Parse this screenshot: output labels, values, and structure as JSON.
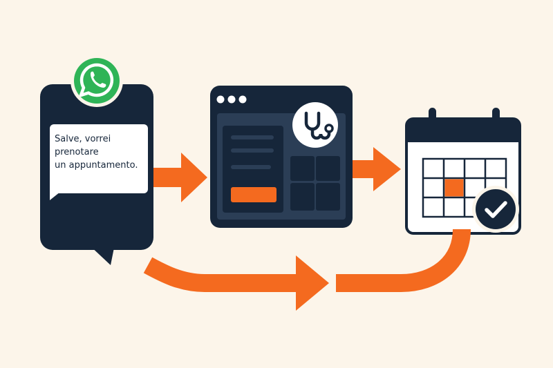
{
  "chat_bubble": {
    "message_lines": [
      "Salve, vorrei",
      "prenotare",
      "un appuntamento."
    ]
  },
  "icons": {
    "messaging_app": "whatsapp-icon",
    "system": "stethoscope-icon",
    "calendar": "calendar-icon",
    "confirmation": "check-icon"
  },
  "colors": {
    "background": "#fcf5ea",
    "navy": "#16263a",
    "panel": "#2b3e56",
    "accent_orange": "#f46a1f",
    "whatsapp_green": "#2fb457",
    "white": "#ffffff"
  }
}
